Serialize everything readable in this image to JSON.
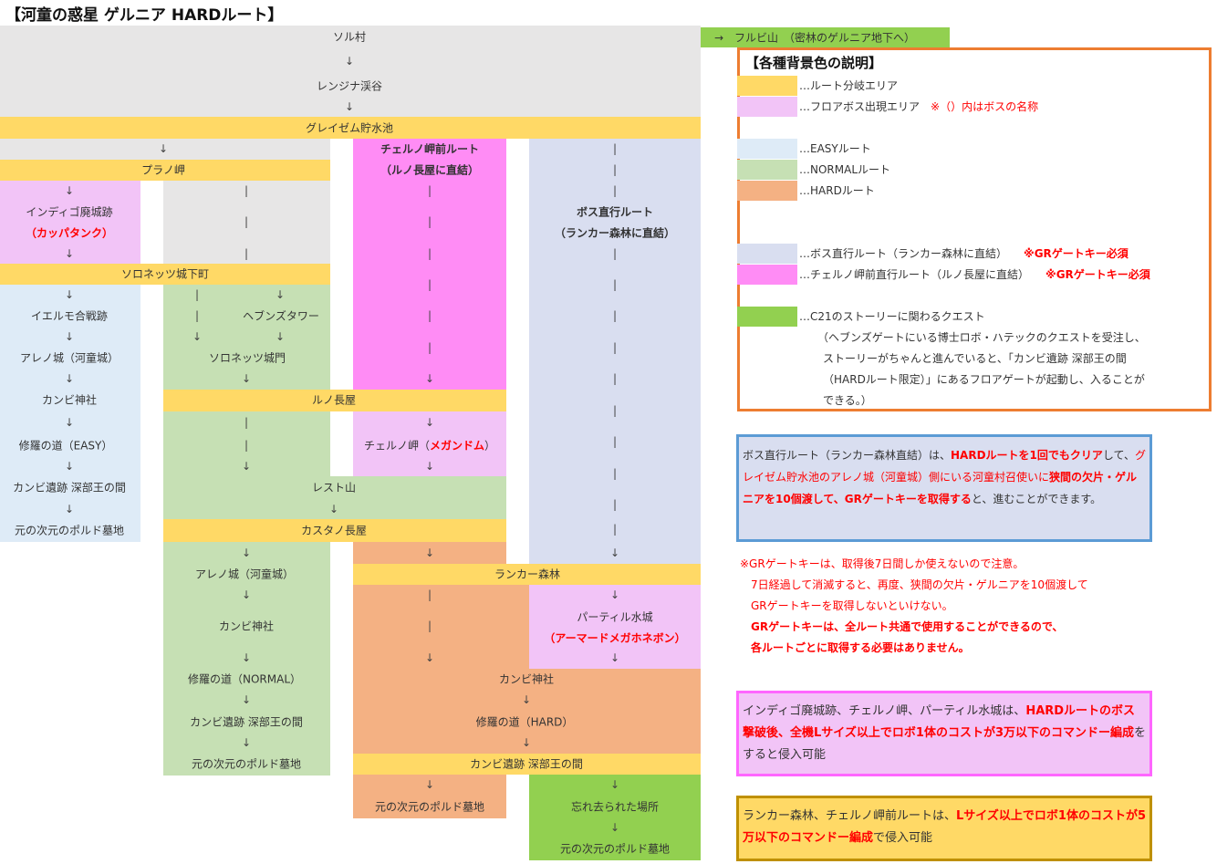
{
  "title": "【河童の惑星 ゲルニア HARDルート】",
  "nodes": {
    "sol": "ソル村",
    "renjina": "レンジナ渓谷",
    "greizem": "グレイゼム貯水池",
    "furubi": "→　フルビ山　（密林のゲルニア地下へ）",
    "purano": "プラノ岬",
    "chelno_route_l1": "チェルノ岬前ルート",
    "chelno_route_l2": "（ルノ長屋に直結）",
    "boss_route_l1": "ボス直行ルート",
    "boss_route_l2": "（ランカー森林に直結）",
    "indigo": "インディゴ廃城跡",
    "indigo_boss": "（カッパタンク）",
    "soronets_town": "ソロネッツ城下町",
    "ierumo": "イエルモ合戦跡",
    "heavens": "ヘブンズタワー",
    "areno_a": "アレノ城（河童城）",
    "soronets_gate": "ソロネッツ城門",
    "kanbi_shrine_a": "カンビ神社",
    "runo": "ルノ長屋",
    "shura_easy": "修羅の道（EASY）",
    "chelno_cape": "チェルノ岬（",
    "chelno_boss": "メガンドム",
    "close_paren": "）",
    "kanbi_ruins_a": "カンビ遺跡 深部王の間",
    "rest": "レスト山",
    "polud_a": "元の次元のポルド墓地",
    "kastano": "カスタノ長屋",
    "areno_b": "アレノ城（河童城）",
    "ranker": "ランカー森林",
    "kanbi_shrine_b": "カンビ神社",
    "partil": "パーティル水城",
    "partil_boss": "（アーマードメガホネボン）",
    "shura_normal": "修羅の道（NORMAL）",
    "kanbi_shrine_c": "カンビ神社",
    "kanbi_ruins_b": "カンビ遺跡 深部王の間",
    "shura_hard": "修羅の道（HARD）",
    "polud_b": "元の次元のポルド墓地",
    "kanbi_ruins_c": "カンビ遺跡 深部王の間",
    "polud_c": "元の次元のポルド墓地",
    "forgotten": "忘れ去られた場所",
    "polud_d": "元の次元のポルド墓地"
  },
  "arrows": {
    "down": "↓",
    "bar": "|"
  },
  "legend": {
    "heading": "【各種背景色の説明】",
    "items": {
      "branch": "…ルート分岐エリア",
      "floorboss": "…フロアボス出現エリア",
      "floorboss_note": "※（）内はボスの名称",
      "easy": "…EASYルート",
      "normal": "…NORMALルート",
      "hard": "…HARDルート",
      "boss_direct": "…ボス直行ルート（ランカー森林に直結）",
      "boss_direct_req": "※GRゲートキー必須",
      "chelno_direct": "…チェルノ岬前直行ルート（ルノ長屋に直結）",
      "chelno_direct_req": "※GRゲートキー必須",
      "c21": "…C21のストーリーに関わるクエスト",
      "c21_l1": "（ヘブンズゲートにいる博士ロボ・ハテックのクエストを受注し、",
      "c21_l2": "ストーリーがちゃんと進んでいると、「カンビ遺跡 深部王の間",
      "c21_l3": "（HARDルート限定）」にあるフロアゲートが起動し、入ることが",
      "c21_l4": "できる。）"
    },
    "colors": {
      "branch": "#ffd966",
      "floorboss": "#f2c4f7",
      "easy": "#deebf7",
      "normal": "#c6e0b4",
      "hard": "#f4b183",
      "boss_direct": "#d9def0",
      "chelno_direct": "#ff8cf5",
      "c21": "#92d050"
    }
  },
  "notes": {
    "blue": {
      "t1": "ボス直行ルート（ランカー森林直結）は、",
      "t2": "HARDルートを1回でもクリア",
      "t3": "して、",
      "t4": "グレイゼム貯水池のアレノ城（河童城）側にいる河童村召使いに",
      "t5": "狭間の欠片・ゲルニアを10個渡して、GRゲートキーを取得する",
      "t6": "と、進むことができます。"
    },
    "red": {
      "l1": "※GRゲートキーは、取得後7日間しか使えないので注意。",
      "l2": "7日経過して消滅すると、再度、狭間の欠片・ゲルニアを10個渡して",
      "l3": "GRゲートキーを取得しないといけない。",
      "l4": "GRゲートキーは、全ルート共通で使用することができるので、",
      "l5": "各ルートごとに取得する必要はありません。"
    },
    "pink": {
      "t1": "インディゴ廃城跡、チェルノ岬、パーティル水城は、",
      "t2": "HARDルートのボス撃破後、全機Lサイズ以上でロボ1体のコストが3万以下のコマンドー編成",
      "t3": "をすると侵入可能"
    },
    "gold": {
      "t1": "ランカー森林、チェルノ岬前ルートは、",
      "t2": "Lサイズ以上でロボ1体のコストが5万以下のコマンドー編成",
      "t3": "で侵入可能"
    },
    "colors": {
      "blue_border": "#5b9bd5",
      "pink_border": "#ff66ff",
      "gold_border": "#bf9000"
    }
  }
}
